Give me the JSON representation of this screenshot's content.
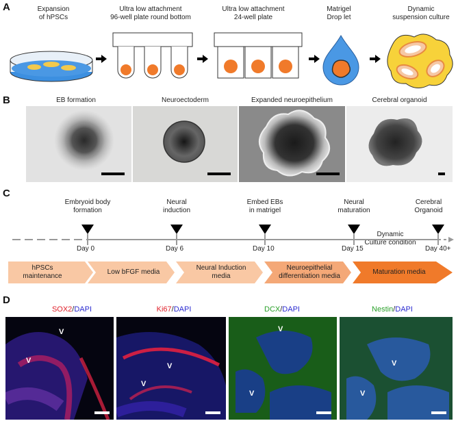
{
  "panelA": {
    "label": "A",
    "steps": [
      {
        "caption": "Expansion\nof hPSCs"
      },
      {
        "caption": "Ultra low attachment\n96-well plate round bottom"
      },
      {
        "caption": "Ultra low attachment\n24-well plate"
      },
      {
        "caption": "Matrigel\nDrop let"
      },
      {
        "caption": "Dynamic\nsuspension culture"
      }
    ]
  },
  "panelB": {
    "label": "B",
    "images": [
      {
        "caption": "EB formation"
      },
      {
        "caption": "Neuroectoderm"
      },
      {
        "caption": "Expanded neuroepithelium"
      },
      {
        "caption": "Cerebral organoid"
      }
    ]
  },
  "panelC": {
    "label": "C",
    "events": [
      {
        "label": "Embryoid body\nformation",
        "day": "Day 0"
      },
      {
        "label": "Neural\ninduction",
        "day": "Day 6"
      },
      {
        "label": "Embed EBs\nin matrigel",
        "day": "Day 10"
      },
      {
        "label": "Neural\nmaturation",
        "day": "Day 15"
      },
      {
        "label": "Cerebral\nOrganoid",
        "day": "Day 40+"
      }
    ],
    "dynamic_note": "Dynamic\nCulture condition",
    "media": [
      {
        "label": "hPSCs\nmaintenance"
      },
      {
        "label": "Low bFGF media"
      },
      {
        "label": "Neural Induction\nmedia"
      },
      {
        "label": "Neuroepithelial\ndifferentiation media"
      },
      {
        "label": "Maturation media"
      }
    ],
    "colors": {
      "light": "#f9c8a4",
      "dark": "#f07a2a",
      "axis": "#999999"
    }
  },
  "panelD": {
    "label": "D",
    "images": [
      {
        "marker": "SOX2",
        "marker_color": "#e0202a",
        "sep": "/",
        "counter": "DAPI",
        "counter_color": "#2a2ad0",
        "v": "V"
      },
      {
        "marker": "Ki67",
        "marker_color": "#e0202a",
        "sep": "/",
        "counter": "DAPI",
        "counter_color": "#2a2ad0",
        "v": "V"
      },
      {
        "marker": "DCX",
        "marker_color": "#2aa02a",
        "sep": "/",
        "counter": "DAPI",
        "counter_color": "#2a2ad0",
        "v": "V"
      },
      {
        "marker": "Nestin",
        "marker_color": "#2aa02a",
        "sep": "/",
        "counter": "DAPI",
        "counter_color": "#2a2ad0",
        "v": "V"
      }
    ]
  }
}
